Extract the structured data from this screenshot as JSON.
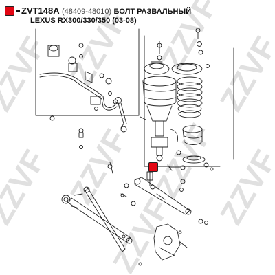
{
  "header": {
    "part_code": "ZVT148A",
    "oem_numbers": "(48409-48010)",
    "description": "БОЛТ РАЗВАЛЬНЫЙ",
    "applicability": "LEXUS RX300/330/350 (03-08)"
  },
  "watermark": {
    "text": "ZZVF",
    "color": "#d4d4d4"
  },
  "marker": {
    "color": "#e30613"
  }
}
